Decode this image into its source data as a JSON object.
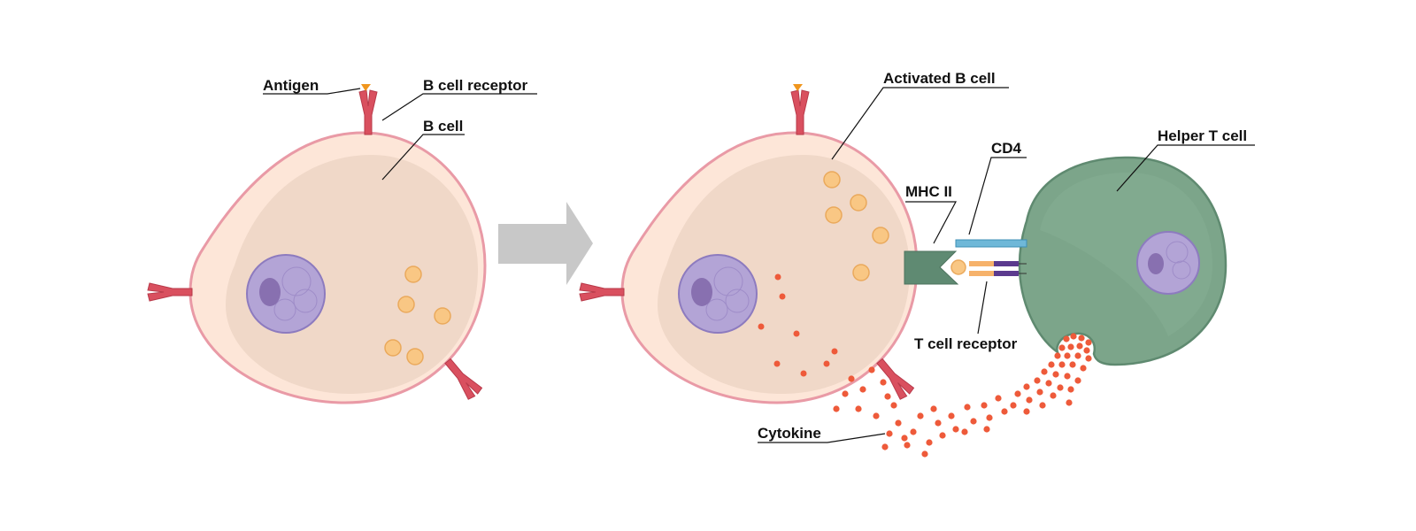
{
  "labels": {
    "antigen": "Antigen",
    "b_cell_receptor": "B cell receptor",
    "b_cell": "B cell",
    "activated_b_cell": "Activated B cell",
    "cd4": "CD4",
    "mhc_ii": "MHC II",
    "helper_t_cell": "Helper T cell",
    "t_cell_receptor": "T cell receptor",
    "cytokine": "Cytokine"
  },
  "colors": {
    "b_cell_membrane": "#e99aa6",
    "b_cell_outer": "#fde6d8",
    "b_cell_inner": "#f0d8c8",
    "nucleus": "#b3a4d6",
    "nucleolus": "#8870b0",
    "vesicle": "#f9c784",
    "receptor": "#d9505f",
    "antigen": "#f0961e",
    "arrow": "#c8c8c8",
    "mhc_ii": "#5f8a72",
    "cd4": "#6fb8d8",
    "tcr_orange": "#f6b26b",
    "tcr_purple": "#5b3a8e",
    "helper_t_cell": "#7ca58a",
    "cytokine": "#ee5a3a"
  }
}
